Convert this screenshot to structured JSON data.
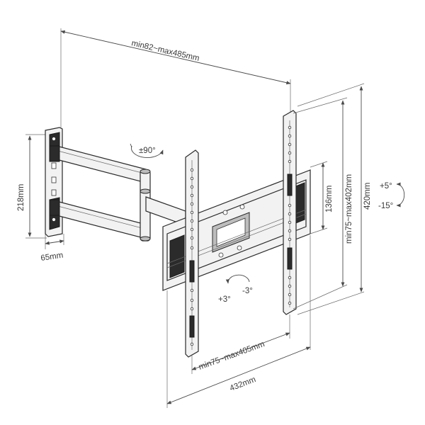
{
  "labels": {
    "overall_extension": "min82~max485mm",
    "wall_plate_height": "218mm",
    "wall_plate_width": "65mm",
    "swivel": "±90°",
    "vesa_vertical": "min75~max402mm",
    "bracket_height": "420mm",
    "rail_height": "136mm",
    "tilt_up": "+5°",
    "tilt_down": "-15°",
    "level_plus": "+3°",
    "level_minus": "-3°",
    "vesa_horizontal": "min75~max405mm",
    "bracket_width": "432mm"
  },
  "colors": {
    "line": "#4a4a4a",
    "metal_light": "#f2f2f2",
    "metal_dark": "#2b2b2b"
  }
}
